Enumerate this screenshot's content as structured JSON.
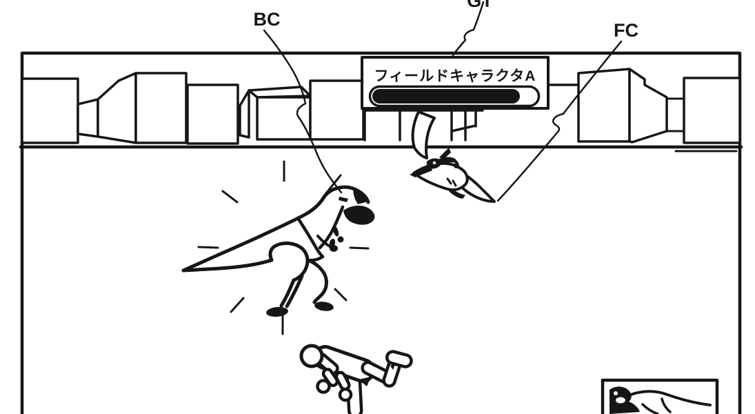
{
  "figure": {
    "background_color": "#ffffff",
    "ink_color": "#161616"
  },
  "callouts": {
    "bc": "BC",
    "gt": "GT",
    "fc": "FC"
  },
  "banner": {
    "title": "フィールドキャラクタA",
    "gauge": {
      "fill_percent": 88,
      "fill_width": 214
    }
  }
}
